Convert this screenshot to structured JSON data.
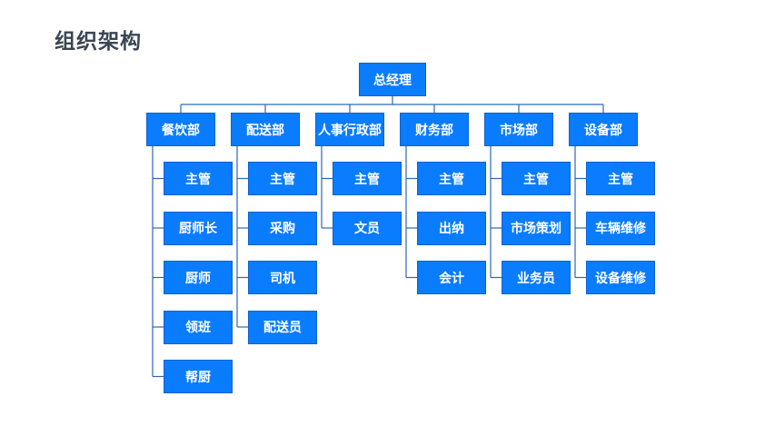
{
  "page_title": "组织架构",
  "colors": {
    "box_fill": "#0a7cff",
    "connector": "#2a69b8",
    "title": "#3a4654"
  },
  "org_chart": {
    "root": "总经理",
    "departments": [
      {
        "name": "餐饮部",
        "members": [
          "主管",
          "厨师长",
          "厨师",
          "领班",
          "帮厨"
        ]
      },
      {
        "name": "配送部",
        "members": [
          "主管",
          "采购",
          "司机",
          "配送员"
        ]
      },
      {
        "name": "人事行政部",
        "members": [
          "主管",
          "文员"
        ]
      },
      {
        "name": "财务部",
        "members": [
          "主管",
          "出纳",
          "会计"
        ]
      },
      {
        "name": "市场部",
        "members": [
          "主管",
          "市场策划",
          "业务员"
        ]
      },
      {
        "name": "设备部",
        "members": [
          "主管",
          "车辆维修",
          "设备维修"
        ]
      }
    ]
  }
}
